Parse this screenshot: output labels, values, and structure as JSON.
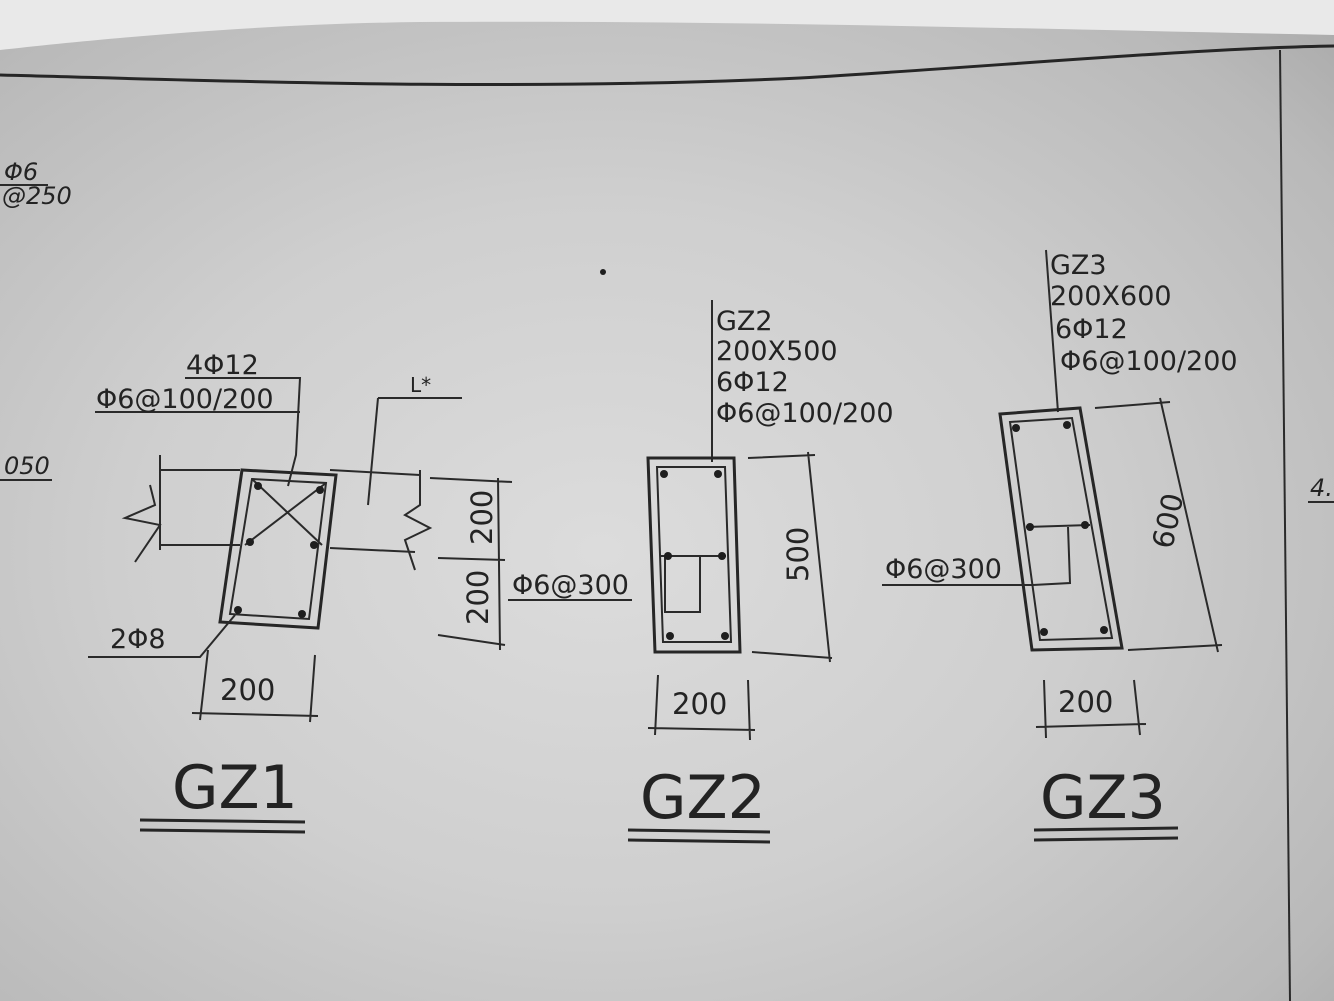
{
  "left_edge": {
    "frag_a": "Φ6",
    "frag_b": "@250",
    "frag_c": "050"
  },
  "right_edge": {
    "frag": "4."
  },
  "gz1": {
    "title": "GZ1",
    "long_bars": "4Φ12",
    "stirrups": "Φ6@100/200",
    "side_bars": "2Φ8",
    "width": "200",
    "dim_upper": "200",
    "dim_lower": "200",
    "wall_mark": "L*",
    "tie": "Φ6@300"
  },
  "gz2": {
    "title": "GZ2",
    "name": "GZ2",
    "size": "200X500",
    "long_bars": "6Φ12",
    "stirrups": "Φ6@100/200",
    "height": "500",
    "width": "200"
  },
  "gz3": {
    "title": "GZ3",
    "name": "GZ3",
    "size": "200X600",
    "long_bars": "6Φ12",
    "stirrups": "Φ6@100/200",
    "tie": "Φ6@300",
    "height": "600",
    "width": "200"
  }
}
